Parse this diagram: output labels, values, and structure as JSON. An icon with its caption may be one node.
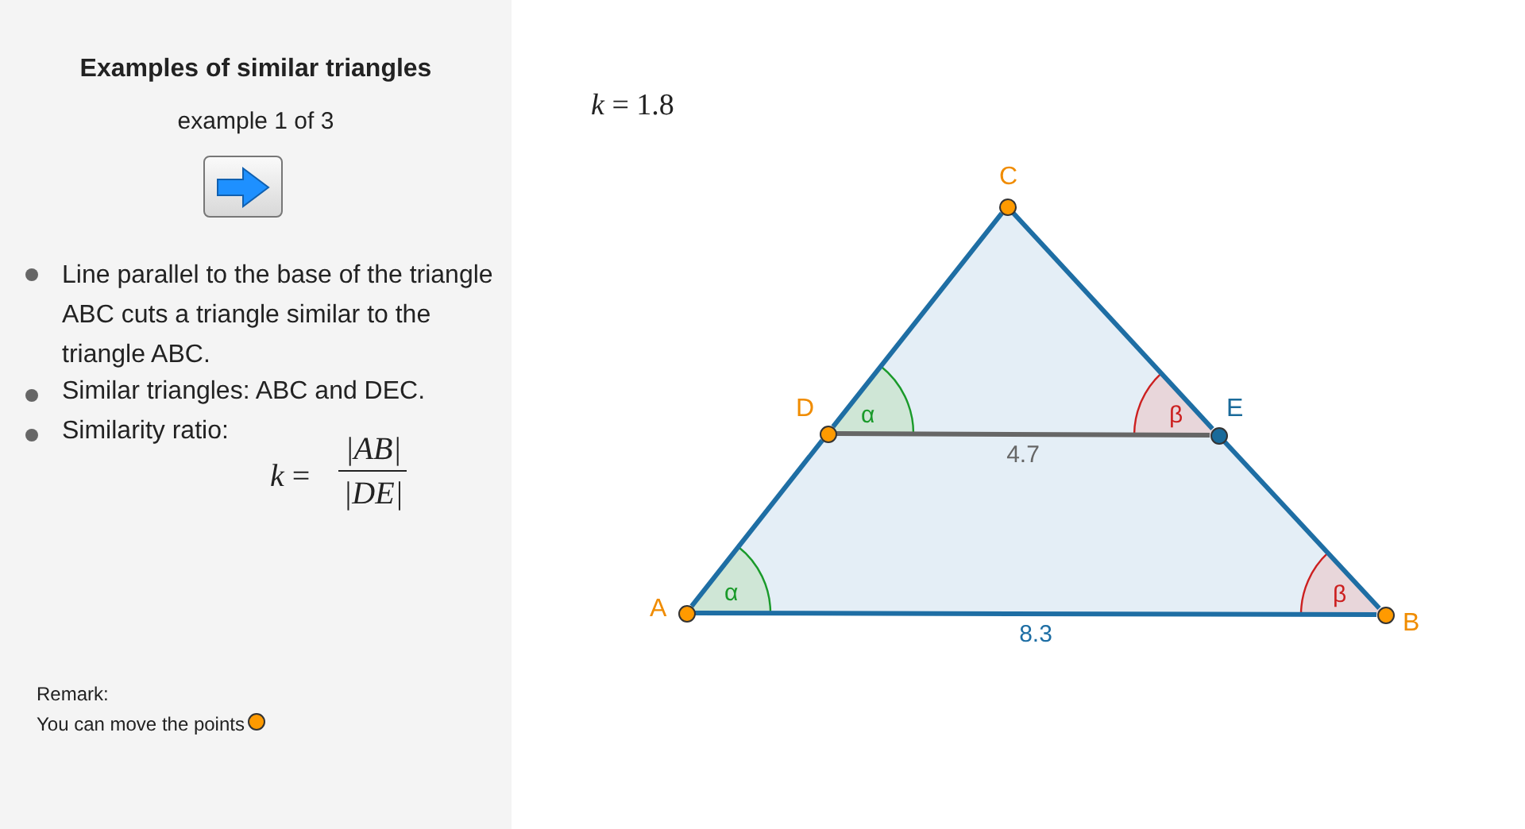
{
  "diagram": {
    "title": "Examples of similar triangles",
    "nodes": [
      {
        "text": [
          "C"
        ]
      },
      {
        "text": [
          "D"
        ]
      },
      {
        "text": [
          "E"
        ]
      },
      {
        "text": [
          "A"
        ]
      },
      {
        "text": [
          "B"
        ]
      }
    ],
    "edges": [
      {
        "from": 3,
        "to": 4,
        "arrow": "none",
        "label": "8.3"
      },
      {
        "from": 3,
        "to": 1,
        "arrow": "none"
      },
      {
        "from": 1,
        "to": 0,
        "arrow": "none"
      },
      {
        "from": 0,
        "to": 2,
        "arrow": "none"
      },
      {
        "from": 2,
        "to": 4,
        "arrow": "none"
      },
      {
        "from": 1,
        "to": 2,
        "arrow": "none",
        "label": "4.7",
        "color": "#666666"
      }
    ],
    "labels": [
      "example 1 of 3",
      "Line parallel to the base of the triangle ABC cuts a triangle similar to the triangle ABC.",
      "Similar triangles: ABC and DEC.",
      "Similarity ratio:",
      "*k* =",
      "|AB|",
      "|DE|",
      "Remark:",
      "You can move the points",
      "*k* = 1.8",
      "α",
      "β",
      "α",
      "β"
    ]
  }
}
